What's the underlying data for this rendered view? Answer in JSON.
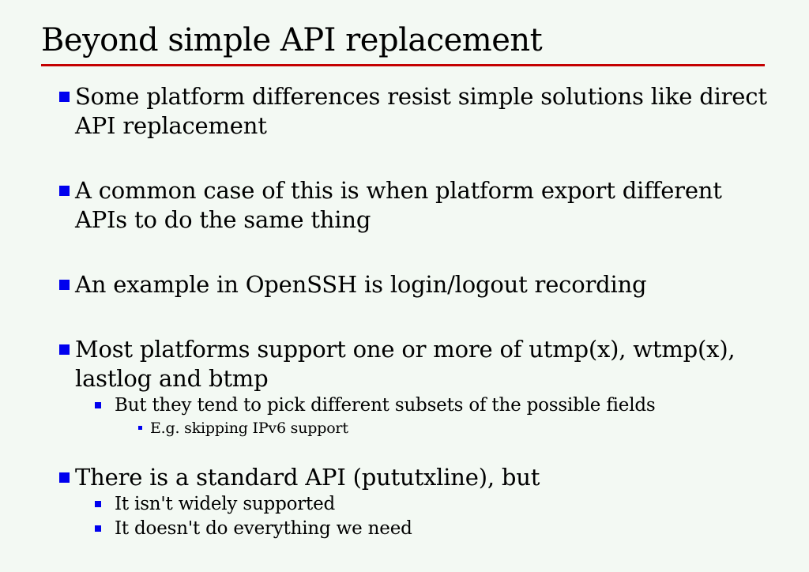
{
  "slide": {
    "title": "Beyond simple API replacement",
    "colors": {
      "background": "#f3f9f3",
      "rule": "#c40000",
      "bullet": "#0000ee",
      "text": "#000000"
    },
    "bullets": [
      {
        "text": "Some platform differences resist simple solutions like direct API replacement"
      },
      {
        "text": "A common case of this is when platform export different APIs to do the same thing"
      },
      {
        "text": "An example in OpenSSH is login/logout recording"
      },
      {
        "text": "Most platforms support one or more of utmp(x), wtmp(x), lastlog and btmp",
        "children": [
          {
            "text": "But they tend to pick different subsets of the possible fields",
            "children": [
              {
                "text": "E.g. skipping IPv6 support"
              }
            ]
          }
        ]
      },
      {
        "text": "There is a standard API (pututxline), but",
        "children": [
          {
            "text": "It isn't widely supported"
          },
          {
            "text": "It doesn't do everything we need"
          }
        ]
      }
    ]
  }
}
